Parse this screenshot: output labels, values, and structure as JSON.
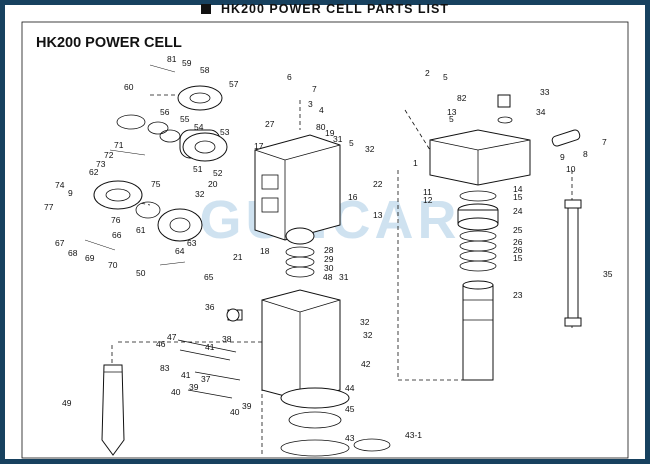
{
  "header": {
    "title": "HK200 POWER CELL PARTS LIST"
  },
  "diagram": {
    "title": "HK200 POWER CELL",
    "watermark": "GUNCAR",
    "callouts": [
      "81",
      "59",
      "58",
      "60",
      "57",
      "56",
      "55",
      "54",
      "53",
      "71",
      "72",
      "73",
      "62",
      "74",
      "9",
      "75",
      "77",
      "76",
      "61",
      "63",
      "66",
      "67",
      "68",
      "69",
      "70",
      "50",
      "65",
      "64",
      "21",
      "51",
      "52",
      "20",
      "32",
      "27",
      "17",
      "80",
      "19",
      "31",
      "5",
      "22",
      "16",
      "13",
      "18",
      "28",
      "29",
      "30",
      "48",
      "31",
      "36",
      "32",
      "32",
      "47",
      "46",
      "41",
      "38",
      "83",
      "41",
      "37",
      "39",
      "40",
      "39",
      "40",
      "42",
      "44",
      "45",
      "43",
      "43-1",
      "49",
      "6",
      "7",
      "3",
      "4",
      "2",
      "5",
      "82",
      "13",
      "5",
      "1",
      "32",
      "33",
      "34",
      "8",
      "7",
      "9",
      "10",
      "11",
      "12",
      "14",
      "15",
      "24",
      "25",
      "26",
      "26",
      "15",
      "23",
      "35"
    ]
  }
}
